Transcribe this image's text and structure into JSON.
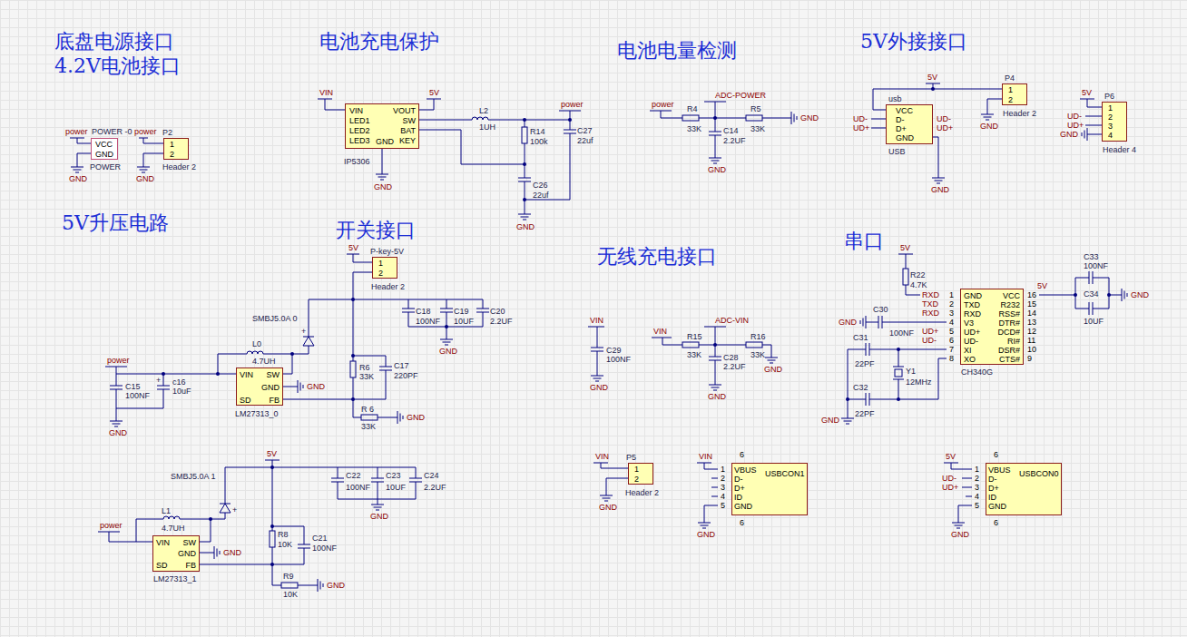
{
  "diagram": {
    "nodes": [
      {
        "text": [
          "POWER -0",
          "VCC",
          "GND",
          "POWER"
        ]
      },
      {
        "text": [
          "P2",
          "1",
          "2",
          "Header 2"
        ]
      },
      {
        "text": [
          "VIN",
          "LED1",
          "LED2",
          "LED3",
          "GND",
          "VOUT",
          "SW",
          "BAT",
          "KEY",
          "IP5306"
        ]
      },
      {
        "text": [
          "usb",
          "VCC",
          "D-",
          "D+",
          "GND",
          "USB"
        ]
      },
      {
        "text": [
          "P4",
          "1",
          "2",
          "Header 2"
        ]
      },
      {
        "text": [
          "P6",
          "1",
          "2",
          "3",
          "4",
          "Header 4"
        ]
      },
      {
        "text": [
          "P-key-5V",
          "1",
          "2",
          "Header 2"
        ]
      },
      {
        "text": [
          "VIN",
          "SW",
          "GND",
          "SD",
          "FB",
          "LM27313_0"
        ]
      },
      {
        "text": [
          "GND",
          "TXD",
          "RXD",
          "V3",
          "UD+",
          "UD-",
          "XI",
          "XO",
          "VCC",
          "R232",
          "RSS#",
          "DTR#",
          "DCD#",
          "RI#",
          "DSR#",
          "CTS#",
          "CH340G"
        ]
      },
      {
        "text": [
          "P5",
          "1",
          "2",
          "Header 2"
        ]
      },
      {
        "text": [
          "VBUS",
          "D-",
          "D+",
          "ID",
          "GND",
          "USBCON1"
        ]
      },
      {
        "text": [
          "VIN",
          "SW",
          "GND",
          "SD",
          "FB",
          "LM27313_1"
        ]
      },
      {
        "text": [
          "VBUS",
          "D-",
          "D+",
          "ID",
          "GND",
          "USBCON0"
        ]
      }
    ],
    "edges": [
      {
        "from": 3,
        "to": 4,
        "arrow": "none"
      }
    ],
    "labels": [
      "底盘电源接口",
      "4.2V电池接口",
      "电池充电保护",
      "电池电量检测",
      "5V外接接口",
      "5V升压电路",
      "开关接口",
      "无线充电接口",
      "串口",
      "power",
      "GND",
      "power",
      "GND",
      "VIN",
      "5V",
      "L2",
      "1UH",
      "power",
      "R14",
      "100k",
      "C27",
      "22uf",
      "C26",
      "22uf",
      "GND",
      "GND",
      "power",
      "R4",
      "33K",
      "ADC-POWER",
      "R5",
      "33K",
      "GND",
      "C14",
      "2.2UF",
      "GND",
      "UD-",
      "UD+",
      "UD-",
      "UD+",
      "5V",
      "GND",
      "GND",
      "5V",
      "UD-",
      "UD+",
      "GND",
      "5V",
      "C18",
      "100NF",
      "C19",
      "10UF",
      "C20",
      "2.2UF",
      "GND",
      "SMBJ5.0A 0",
      "+",
      "L0",
      "4.7UH",
      "power",
      "C15",
      "100NF",
      "c16",
      "10uF",
      "+",
      "GND",
      "GND",
      "R6",
      "33K",
      "C17",
      "220PF",
      "R 6",
      "33K",
      "GND",
      "5V",
      "C22",
      "100NF",
      "C23",
      "10UF",
      "C24",
      "2.2UF",
      "GND",
      "SMBJ5.0A 1",
      "+",
      "L1",
      "4.7UH",
      "power",
      "GND",
      "R8",
      "10K",
      "C21",
      "100NF",
      "R9",
      "10K",
      "GND",
      "VIN",
      "C29",
      "100NF",
      "GND",
      "VIN",
      "R15",
      "33K",
      "ADC-VIN",
      "R16",
      "33K",
      "GND",
      "C28",
      "2.2UF",
      "GND",
      "VIN",
      "GND",
      "VIN",
      "1",
      "2",
      "3",
      "4",
      "5",
      "6",
      "6",
      "GND",
      "5V",
      "UD-",
      "UD+",
      "1",
      "2",
      "3",
      "4",
      "5",
      "6",
      "6",
      "GND",
      "5V",
      "R22",
      "4.7K",
      "RXD",
      "TXD",
      "RXD",
      "GND",
      "C30",
      "100NF",
      "UD+",
      "UD-",
      "C31",
      "22PF",
      "C32",
      "22PF",
      "Y1",
      "12MHz",
      "GND",
      "1",
      "2",
      "3",
      "4",
      "5",
      "6",
      "7",
      "8",
      "16",
      "15",
      "14",
      "13",
      "12",
      "11",
      "10",
      "9",
      "5V",
      "C33",
      "100NF",
      "C34",
      "10UF",
      "GND"
    ]
  }
}
